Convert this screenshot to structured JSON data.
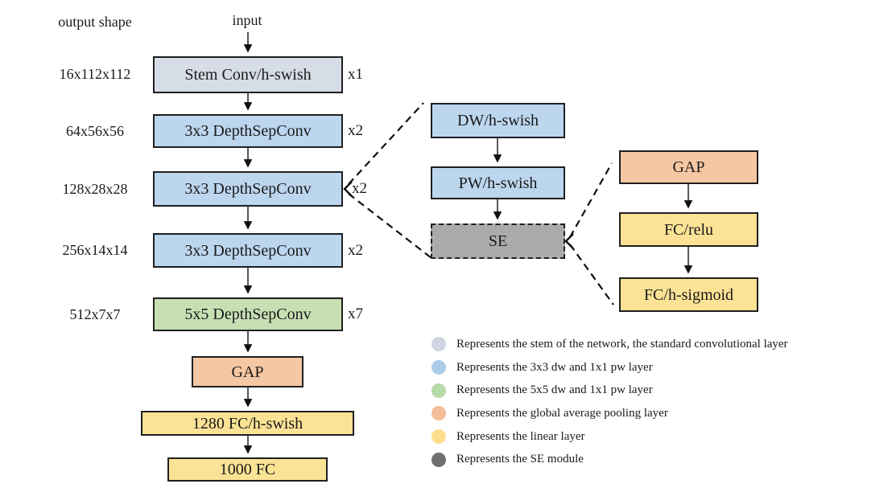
{
  "figure": {
    "output_shape_label": "output shape",
    "input_label": "input"
  },
  "colors": {
    "stem": "#d7dde7",
    "dsconv3": "#bcd6ee",
    "dsconv5": "#c6e0b4",
    "gap": "#f5c7a3",
    "linear": "#fbe295",
    "se": "#ababab",
    "border": "#1f1f1f",
    "arrow": "#111111"
  },
  "backbone": {
    "rows": [
      {
        "shape": "16x112x112",
        "label": "Stem Conv/h-swish",
        "mult": "x1"
      },
      {
        "shape": "64x56x56",
        "label": "3x3 DepthSepConv",
        "mult": "x2"
      },
      {
        "shape": "128x28x28",
        "label": "3x3 DepthSepConv",
        "mult": "x2"
      },
      {
        "shape": "256x14x14",
        "label": "3x3 DepthSepConv",
        "mult": "x2"
      },
      {
        "shape": "512x7x7",
        "label": "5x5 DepthSepConv",
        "mult": "x7"
      }
    ],
    "tail": [
      {
        "label": "GAP"
      },
      {
        "label": "1280 FC/h-swish"
      },
      {
        "label": "1000 FC"
      }
    ]
  },
  "depthsep_detail": {
    "nodes": [
      {
        "label": "DW/h-swish"
      },
      {
        "label": "PW/h-swish"
      },
      {
        "label": "SE"
      }
    ]
  },
  "se_detail": {
    "nodes": [
      {
        "label": "GAP"
      },
      {
        "label": "FC/relu"
      },
      {
        "label": "FC/h-sigmoid"
      }
    ]
  },
  "legend": {
    "items": [
      {
        "color": "#cfd5e2",
        "text": "Represents the stem of the network, the standard convolutional layer"
      },
      {
        "color": "#abcdea",
        "text": "Represents the 3x3 dw and 1x1 pw layer"
      },
      {
        "color": "#b6d9a8",
        "text": "Represents the 5x5 dw and 1x1 pw layer"
      },
      {
        "color": "#f3bd97",
        "text": "Represents the global average pooling layer"
      },
      {
        "color": "#fcdf8d",
        "text": "Represents the linear layer"
      },
      {
        "color": "#6f6f6f",
        "text": "Represents the SE module"
      }
    ]
  }
}
